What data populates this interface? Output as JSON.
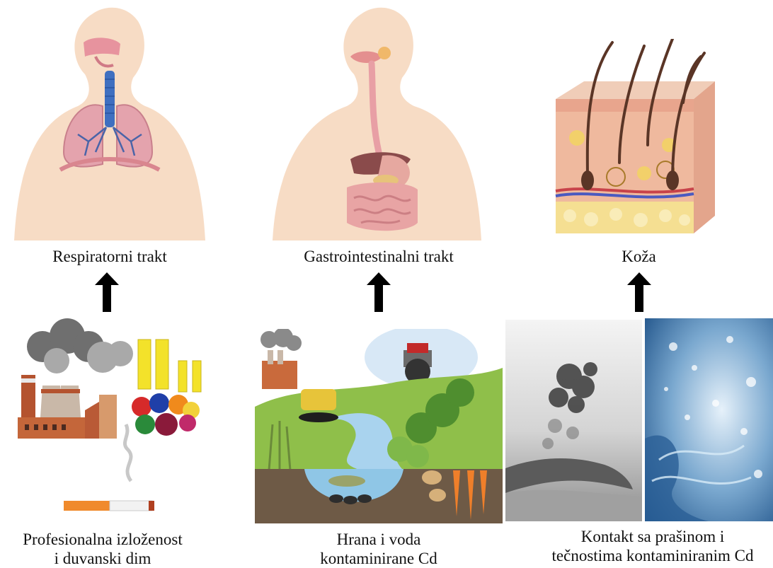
{
  "organs": [
    {
      "label": "Respiratorni trakt"
    },
    {
      "label": "Gastrointestinalni trakt"
    },
    {
      "label": "Koža"
    }
  ],
  "sources": [
    {
      "line1": "Profesionalna izloženost",
      "line2": "i duvanski dim"
    },
    {
      "line1": "Hrana i voda",
      "line2": "kontaminirane Cd"
    },
    {
      "line1": "Kontakt sa prašinom i",
      "line2": "tečnostima kontaminiranim Cd"
    }
  ],
  "colors": {
    "arrow": "#000000",
    "skin": "#f6dcc4",
    "lung": "#e7a7b0",
    "water": "#3a78b5"
  }
}
